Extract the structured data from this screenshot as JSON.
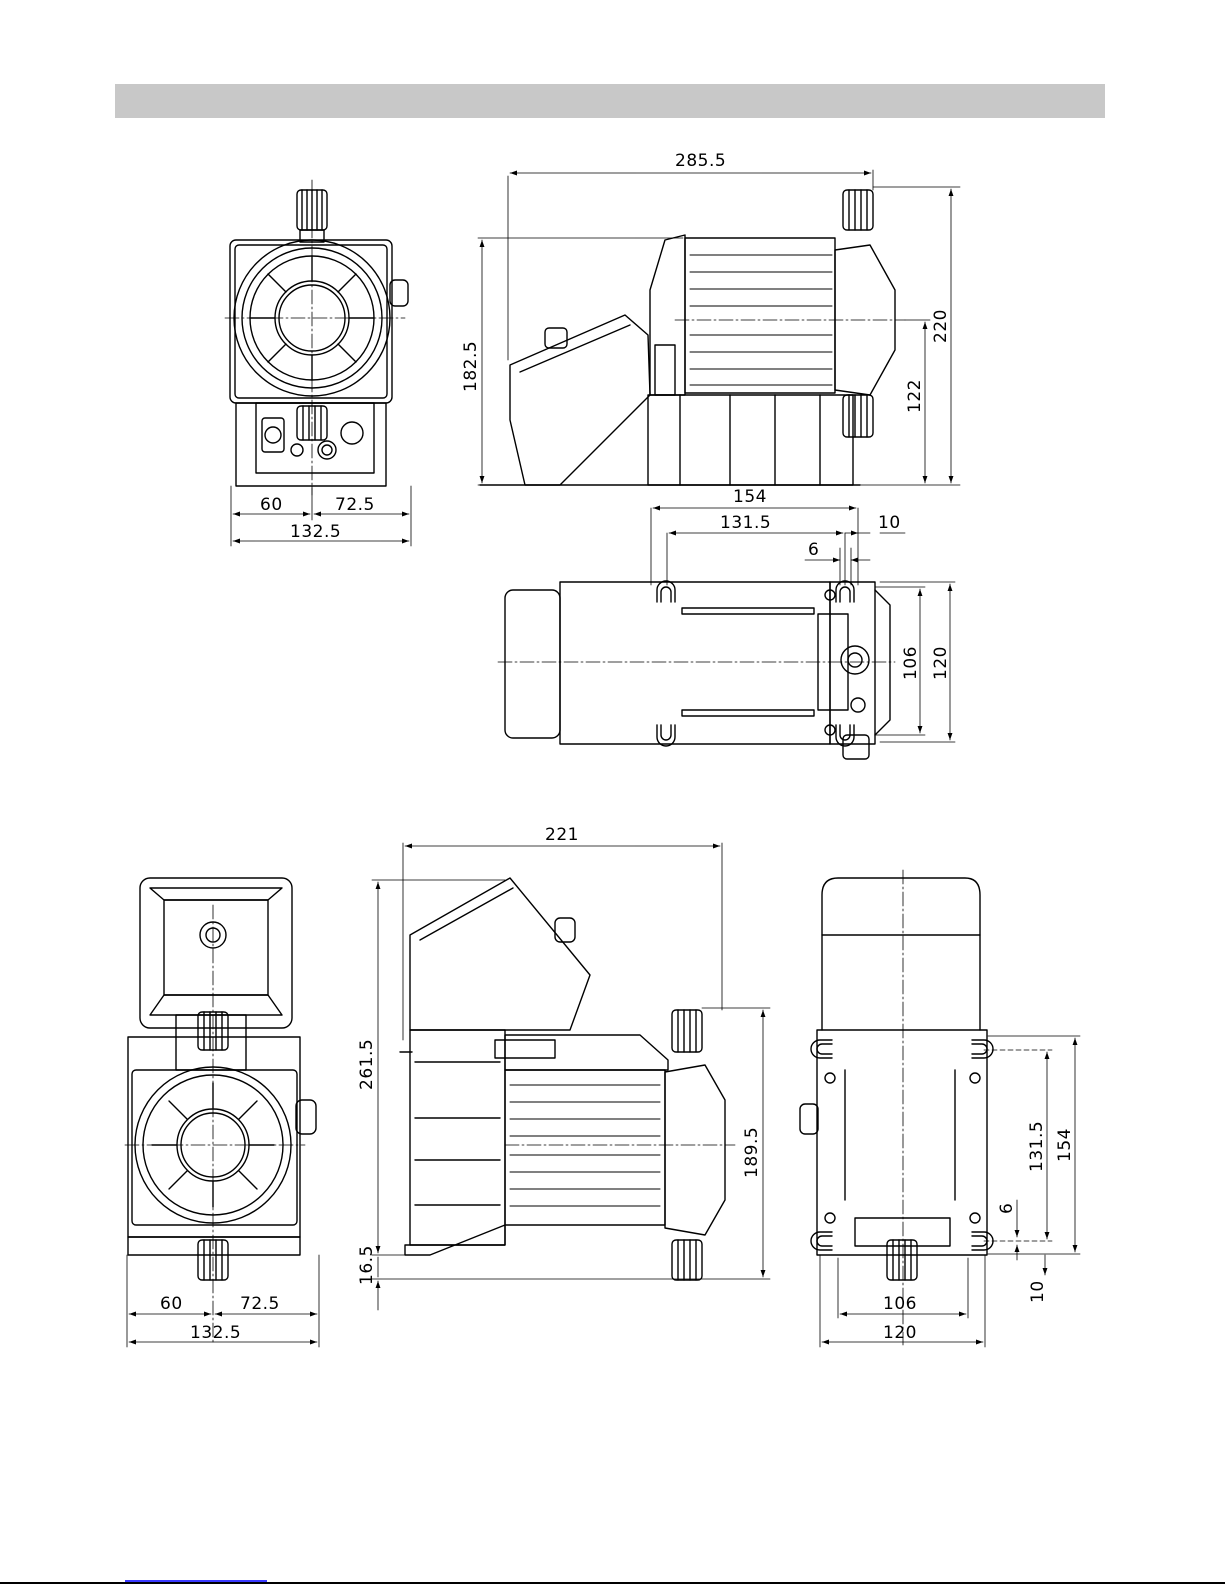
{
  "views": {
    "top_front": {
      "dims": {
        "width_left": "60",
        "width_right": "72.5",
        "width_total": "132.5"
      }
    },
    "top_side": {
      "dims": {
        "length": "285.5",
        "height_body": "182.5",
        "height_total": "220",
        "axis_height": "122"
      }
    },
    "top_plan": {
      "dims": {
        "hole_span": "154",
        "hole_span_inner": "131.5",
        "slot_offset": "10",
        "slot_width": "6",
        "hole_span_cross": "106",
        "width": "120"
      }
    },
    "bottom_front": {
      "dims": {
        "width_left": "60",
        "width_right": "72.5",
        "width_total": "132.5"
      }
    },
    "bottom_side": {
      "dims": {
        "length": "221",
        "height_total": "261.5",
        "axis_height": "189.5",
        "base_offset": "16.5"
      }
    },
    "bottom_rear": {
      "dims": {
        "hole_span_inner": "131.5",
        "hole_span": "154",
        "slot_width": "6",
        "slot_offset": "10",
        "hole_span_cross": "106",
        "width": "120"
      }
    }
  }
}
